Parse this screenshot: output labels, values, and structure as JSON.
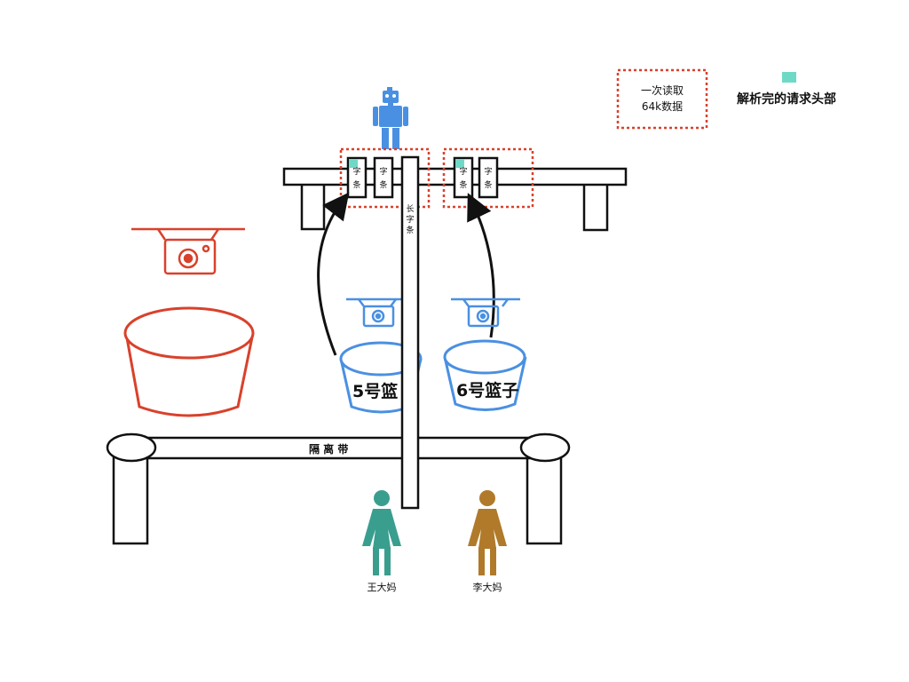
{
  "legend": {
    "read_box_line1": "一次读取",
    "read_box_line2": "64k数据",
    "parsed_label": "解析完的请求头部"
  },
  "strips": {
    "short_char1": "字",
    "short_char2": "条",
    "long_char1": "长",
    "long_char2": "字",
    "long_char3": "条"
  },
  "baskets": {
    "basket5": "5号篮",
    "basket6": "6号篮子"
  },
  "belt": {
    "label": "隔 离 带"
  },
  "people": {
    "person1": "王大妈",
    "person2": "李大妈"
  },
  "colors": {
    "red": "#d9412b",
    "blue": "#4a90e2",
    "teal": "#6fd9c7",
    "green_person": "#3a9e8f",
    "gold_person": "#b07a2a",
    "ink": "#111111"
  }
}
